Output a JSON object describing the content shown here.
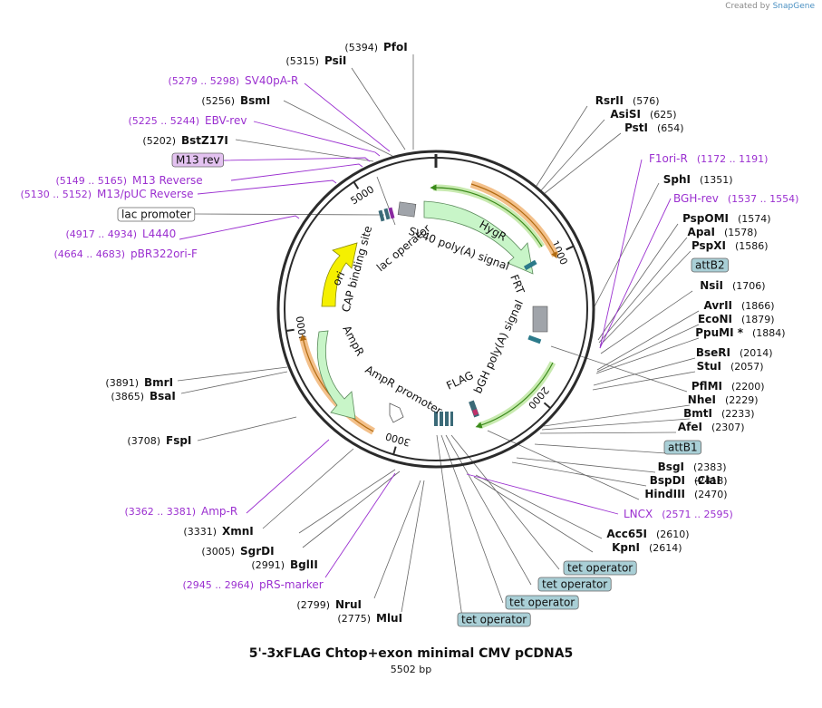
{
  "credit": {
    "prefix": "Created by",
    "brand": "SnapGene"
  },
  "title": "5'-3xFLAG Chtop+exon minimal CMV pCDNA5",
  "subtitle": "5502 bp",
  "total_bp": 5502,
  "colors": {
    "backbone": "#2b2b2b",
    "label_purple": "#9b30d0",
    "feature_green": "#c8f5c8",
    "feature_yellow": "#f5f000",
    "primer_orange": "#e8a040",
    "chip_teal": "#a9cfd6",
    "chip_purple": "#e3c2f0"
  },
  "ticks": [
    {
      "label": "1000",
      "pos": 1000
    },
    {
      "label": "2000",
      "pos": 2000
    },
    {
      "label": "3000",
      "pos": 3000
    },
    {
      "label": "4000",
      "pos": 4000
    },
    {
      "label": "5000",
      "pos": 5000
    }
  ],
  "enzymes_right": [
    {
      "name": "RsrII",
      "coord": "(576)"
    },
    {
      "name": "AsiSI",
      "coord": "(625)"
    },
    {
      "name": "PstI",
      "coord": "(654)"
    },
    {
      "name": "SphI",
      "coord": "(1351)"
    },
    {
      "name": "PspOMI",
      "coord": "(1574)"
    },
    {
      "name": "ApaI",
      "coord": "(1578)"
    },
    {
      "name": "PspXI",
      "coord": "(1586)"
    },
    {
      "name": "NsiI",
      "coord": "(1706)"
    },
    {
      "name": "AvrII",
      "coord": "(1866)"
    },
    {
      "name": "EcoNI",
      "coord": "(1879)"
    },
    {
      "name": "PpuMI *",
      "coord": "(1884)"
    },
    {
      "name": "BseRI",
      "coord": "(2014)"
    },
    {
      "name": "StuI",
      "coord": "(2057)"
    },
    {
      "name": "PflMI",
      "coord": "(2200)"
    },
    {
      "name": "NheI",
      "coord": "(2229)"
    },
    {
      "name": "BmtI",
      "coord": "(2233)"
    },
    {
      "name": "AfeI",
      "coord": "(2307)"
    },
    {
      "name": "BsgI",
      "coord": "(2383)"
    },
    {
      "name": "BspDI",
      "coord": "(2418)"
    },
    {
      "name": "ClaI",
      "coord": ""
    },
    {
      "name": "HindIII",
      "coord": "(2470)"
    },
    {
      "name": "Acc65I",
      "coord": "(2610)"
    },
    {
      "name": "KpnI",
      "coord": "(2614)"
    }
  ],
  "enzymes_left": [
    {
      "name": "PfoI",
      "coord": "(5394)"
    },
    {
      "name": "PsiI",
      "coord": "(5315)"
    },
    {
      "name": "BsmI",
      "coord": "(5256)"
    },
    {
      "name": "BstZ17I",
      "coord": "(5202)"
    },
    {
      "name": "BmrI",
      "coord": "(3891)"
    },
    {
      "name": "BsaI",
      "coord": "(3865)"
    },
    {
      "name": "FspI",
      "coord": "(3708)"
    },
    {
      "name": "XmnI",
      "coord": "(3331)"
    },
    {
      "name": "SgrDI",
      "coord": "(3005)"
    },
    {
      "name": "BglII",
      "coord": "(2991)"
    },
    {
      "name": "NruI",
      "coord": "(2799)"
    },
    {
      "name": "MluI",
      "coord": "(2775)"
    }
  ],
  "primers": [
    {
      "name": "SV40pA-R",
      "coord": "(5279 .. 5298)"
    },
    {
      "name": "EBV-rev",
      "coord": "(5225 .. 5244)"
    },
    {
      "name": "M13 Reverse",
      "coord": "(5149 .. 5165)"
    },
    {
      "name": "M13/pUC Reverse",
      "coord": "(5130 .. 5152)"
    },
    {
      "name": "L4440",
      "coord": "(4917 .. 4934)"
    },
    {
      "name": "pBR322ori-F",
      "coord": "(4664 .. 4683)"
    },
    {
      "name": "F1ori-R",
      "coord": "(1172 .. 1191)"
    },
    {
      "name": "BGH-rev",
      "coord": "(1537 .. 1554)"
    },
    {
      "name": "Amp-R",
      "coord": "(3362 .. 3381)"
    },
    {
      "name": "pRS-marker",
      "coord": "(2945 .. 2964)"
    },
    {
      "name": "LNCX",
      "coord": "(2571 .. 2595)"
    }
  ],
  "chips": [
    {
      "name": "M13 rev",
      "kind": "purple"
    },
    {
      "name": "lac promoter",
      "kind": "white"
    },
    {
      "name": "attB2",
      "kind": "teal"
    },
    {
      "name": "attB1",
      "kind": "teal"
    },
    {
      "name": "tet operator",
      "kind": "teal"
    },
    {
      "name": "tet operator",
      "kind": "teal"
    },
    {
      "name": "tet operator",
      "kind": "teal"
    },
    {
      "name": "tet operator",
      "kind": "teal"
    }
  ],
  "features": [
    {
      "name": "HygR",
      "type": "gene"
    },
    {
      "name": "SV40 poly(A) signal",
      "type": "terminator"
    },
    {
      "name": "FRT",
      "type": "site"
    },
    {
      "name": "bGH poly(A) signal",
      "type": "terminator"
    },
    {
      "name": "FLAG",
      "type": "tag"
    },
    {
      "name": "AmpR promoter",
      "type": "promoter"
    },
    {
      "name": "AmpR",
      "type": "gene"
    },
    {
      "name": "ori",
      "type": "origin"
    },
    {
      "name": "CAP binding site",
      "type": "site"
    },
    {
      "name": "lac operator",
      "type": "site"
    }
  ]
}
